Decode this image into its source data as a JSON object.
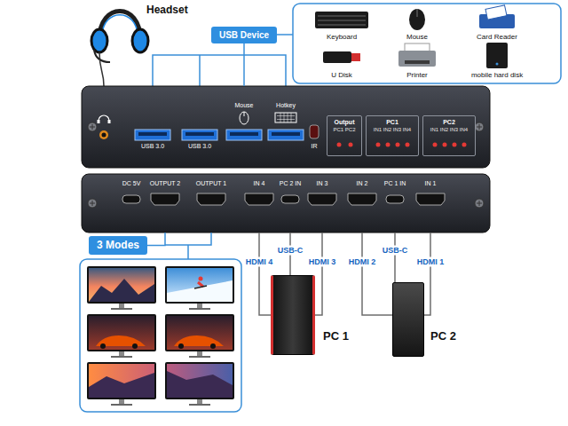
{
  "diagram": {
    "nodes": [
      {
        "text": [
          "USB Device"
        ]
      },
      {
        "text": [
          "USB 3.0",
          "USB 3.0",
          "Mouse",
          "Hotkey",
          "IR"
        ]
      },
      {
        "text": [
          "Output",
          "PC1 PC2"
        ],
        "in": 1
      },
      {
        "text": [
          "PC1",
          "IN1 IN2 IN3 IN4"
        ],
        "in": 1
      },
      {
        "text": [
          "PC2",
          "IN1 IN2 IN3 IN4"
        ],
        "in": 1
      },
      {
        "text": [
          "DC 5V",
          "OUTPUT 2",
          "OUTPUT 1",
          "IN 4",
          "PC 2 IN",
          "IN 3",
          "IN 2",
          "PC 1 IN",
          "IN 1"
        ]
      },
      {
        "text": [
          "3 Modes"
        ]
      },
      {
        "text": [
          "PC 1"
        ]
      },
      {
        "text": [
          "PC 2"
        ]
      }
    ],
    "edges": [
      {
        "from": 0,
        "to": 1,
        "arrow": "none"
      },
      {
        "from": 5,
        "to": 6,
        "arrow": "none"
      },
      {
        "from": 5,
        "to": 7,
        "label": "HDMI 4",
        "arrow": "none"
      },
      {
        "from": 5,
        "to": 7,
        "label": "USB-C",
        "arrow": "none"
      },
      {
        "from": 5,
        "to": 7,
        "label": "HDMI 3",
        "arrow": "none"
      },
      {
        "from": 5,
        "to": 8,
        "label": "HDMI 2",
        "arrow": "none"
      },
      {
        "from": 5,
        "to": 8,
        "label": "USB-C",
        "arrow": "none"
      },
      {
        "from": 5,
        "to": 8,
        "label": "HDMI 1",
        "arrow": "none"
      }
    ],
    "labels": [
      "Headset",
      "Keyboard",
      "Mouse",
      "Card Reader",
      "U Disk",
      "Printer",
      "mobile hard disk"
    ]
  }
}
